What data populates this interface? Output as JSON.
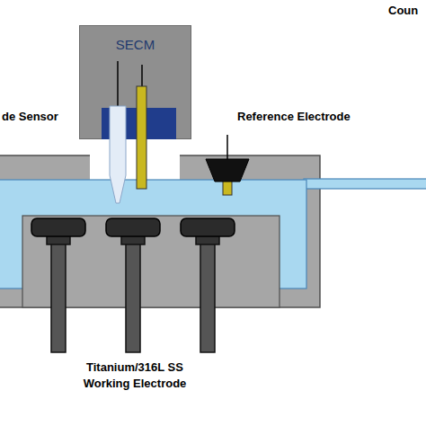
{
  "diagram": {
    "nodes": [
      {
        "text": [
          "SECM"
        ]
      }
    ],
    "labels": [
      "Coun",
      "de Sensor",
      "Reference Electrode",
      "Titanium/316L SS Working Electrode"
    ]
  }
}
